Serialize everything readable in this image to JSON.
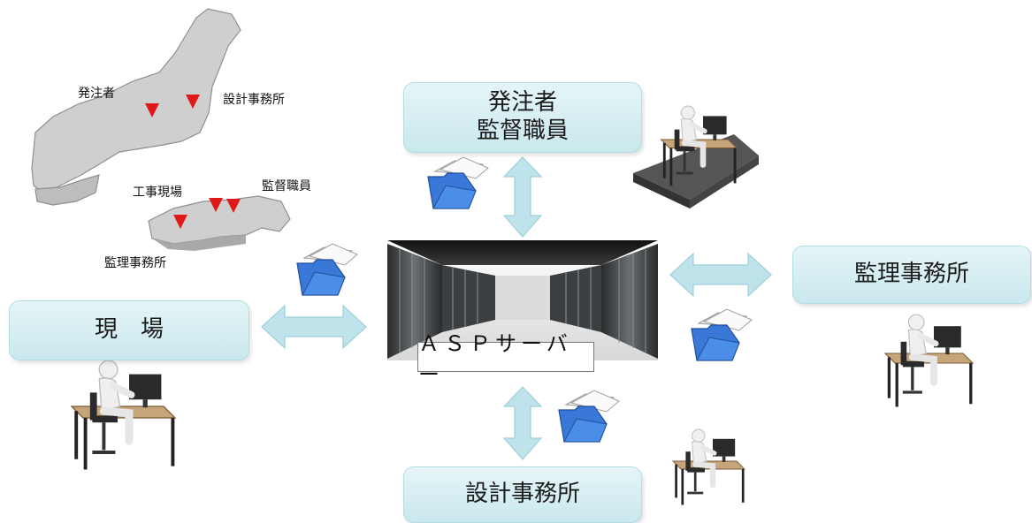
{
  "map": {
    "labels": {
      "orderer": "発注者",
      "design_office": "設計事務所",
      "site": "工事現場",
      "supervisor": "監督職員",
      "supervision_office": "監理事務所"
    },
    "marker_color": "#e01818",
    "land_color": "#cfcfcf"
  },
  "nodes": {
    "orderer_supervisor": "発注者\n監督職員",
    "supervision_office": "監理事務所",
    "site": "現　場",
    "design_office": "設計事務所"
  },
  "server": {
    "label": "ＡＳＰサーバー"
  },
  "colors": {
    "box_fill": "#d3edf2",
    "arrow_fill": "#bfe3ea",
    "folder": "#3a78d8"
  },
  "icons": [
    "japan-map-icon",
    "server-room-icon",
    "folder-icon",
    "double-arrow-icon",
    "person-at-desk-icon"
  ]
}
